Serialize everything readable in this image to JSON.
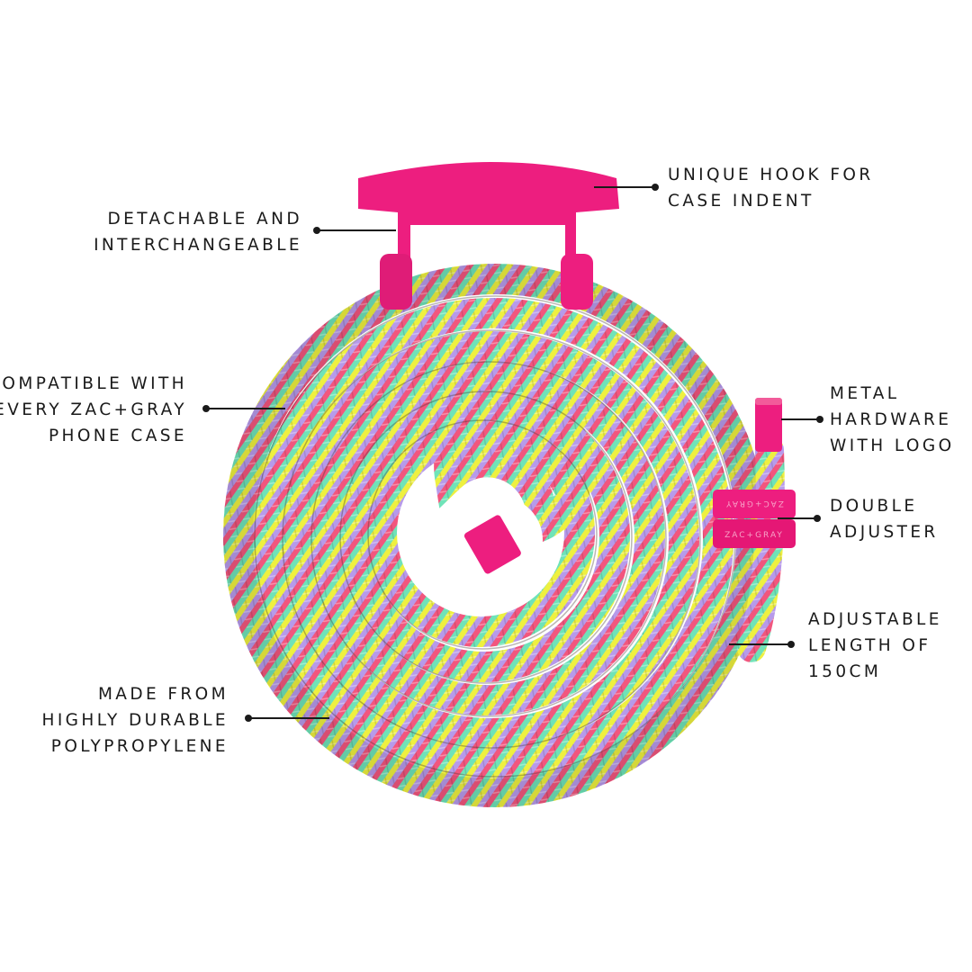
{
  "product": {
    "name": "Zac+Gray phone crossbody strap",
    "brand_engraving": "ZAC+GRAY",
    "colors": {
      "hardware_pink": "#ED1E7F",
      "rope_pink": "#F2567E",
      "rope_mint": "#6FE3B8",
      "rope_yellow": "#EEF040",
      "rope_lilac": "#B79AEA",
      "text": "#1A1A1A",
      "background": "#FFFFFF"
    }
  },
  "callouts": {
    "detachable": {
      "lines": [
        "DETACHABLE AND",
        "INTERCHANGEABLE"
      ]
    },
    "hook": {
      "lines": [
        "UNIQUE HOOK FOR",
        "CASE INDENT"
      ]
    },
    "compatible": {
      "lines": [
        "COMPATIBLE WITH",
        "EVERY ZAC+GRAY",
        "PHONE CASE"
      ]
    },
    "metal": {
      "lines": [
        "METAL",
        "HARDWARE",
        "WITH LOGO"
      ]
    },
    "adjuster": {
      "lines": [
        "DOUBLE",
        "ADJUSTER"
      ]
    },
    "length": {
      "lines": [
        "ADJUSTABLE",
        "LENGTH OF",
        "150CM"
      ]
    },
    "material": {
      "lines": [
        "MADE FROM",
        "HIGHLY DURABLE",
        "POLYPROPYLENE"
      ]
    }
  }
}
